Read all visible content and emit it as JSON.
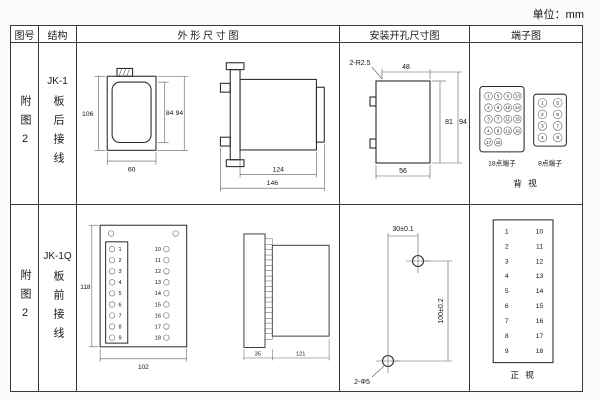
{
  "unit": "单位：mm",
  "headers": {
    "fig": "图号",
    "struct": "结构",
    "outline": "外 形 尺 寸 图",
    "mount": "安装开孔尺寸图",
    "terminal": "端子图"
  },
  "row1": {
    "fig": "附图2",
    "model": "JK-1",
    "wiring": "板后接线",
    "outline": {
      "d106": "106",
      "d84": "84",
      "d94": "94",
      "d60": "60",
      "d124": "124",
      "d146": "146"
    },
    "mount": {
      "radius": "2-R2.5",
      "d48": "48",
      "d81": "81",
      "d94": "94",
      "d56": "56"
    },
    "terminal": {
      "t18_label": "18点端子",
      "t8_label": "8点端子",
      "view": "背 视",
      "t18": [
        "1",
        "5",
        "9",
        "13",
        "2",
        "6",
        "10",
        "14",
        "3",
        "7",
        "11",
        "15",
        "4",
        "8",
        "12",
        "16",
        "17",
        "18"
      ],
      "t8": [
        "1",
        "5",
        "2",
        "6",
        "3",
        "7",
        "4",
        "8"
      ]
    }
  },
  "row2": {
    "fig": "附图2",
    "model": "JK-1Q",
    "wiring": "板前接线",
    "outline": {
      "d118": "118",
      "d102": "102",
      "d35": "35",
      "d121": "121",
      "left_terms": [
        "1",
        "2",
        "3",
        "4",
        "5",
        "6",
        "7",
        "8",
        "9"
      ],
      "right_terms": [
        "10",
        "11",
        "12",
        "13",
        "14",
        "15",
        "16",
        "17",
        "18"
      ]
    },
    "mount": {
      "top": "30±0.1",
      "side": "100±0.2",
      "holes": "2-Φ5"
    },
    "terminal": {
      "left": [
        "1",
        "2",
        "3",
        "4",
        "5",
        "6",
        "7",
        "8",
        "9"
      ],
      "right": [
        "10",
        "11",
        "12",
        "13",
        "14",
        "15",
        "16",
        "17",
        "18"
      ],
      "view": "正 视"
    }
  }
}
